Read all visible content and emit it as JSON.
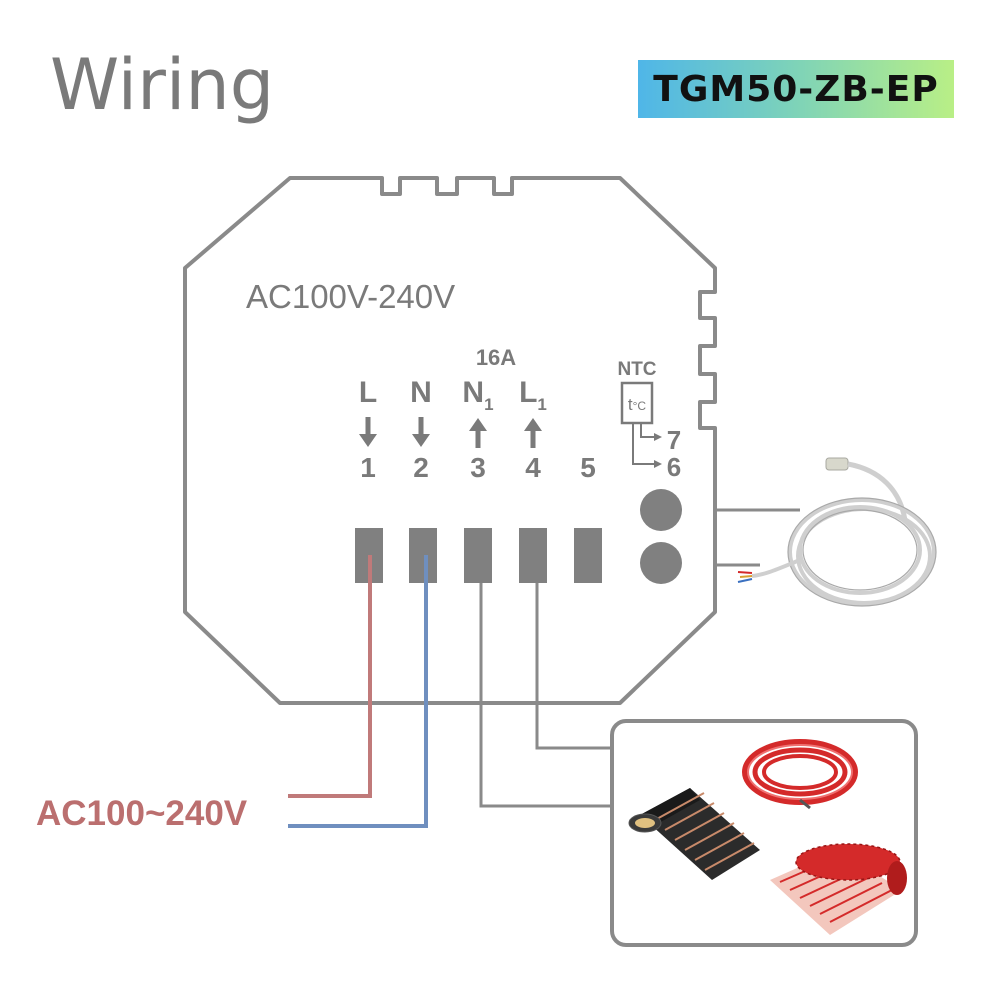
{
  "title": "Wiring",
  "model": "TGM50-ZB-EP",
  "device": {
    "voltage_label": "AC100V-240V",
    "current_rating": "16A",
    "terminals": [
      {
        "letter": "L",
        "subscript": "",
        "number": "1",
        "direction": "in"
      },
      {
        "letter": "N",
        "subscript": "",
        "number": "2",
        "direction": "in"
      },
      {
        "letter": "N",
        "subscript": "1",
        "number": "3",
        "direction": "out"
      },
      {
        "letter": "L",
        "subscript": "1",
        "number": "4",
        "direction": "out"
      },
      {
        "letter": "",
        "subscript": "",
        "number": "5",
        "direction": ""
      }
    ],
    "ntc": {
      "label": "NTC",
      "symbol": "t",
      "unit": "°C",
      "pins": [
        "7",
        "6"
      ]
    }
  },
  "mains_label": "AC100~240V",
  "colors": {
    "outline": "#8a8a8a",
    "text": "#7a7a7a",
    "terminal": "#808080",
    "live_wire": "#c07a7a",
    "neutral_wire": "#6f8fbf",
    "mains_label": "#bb6f6f",
    "heater_red": "#d42a2a"
  }
}
